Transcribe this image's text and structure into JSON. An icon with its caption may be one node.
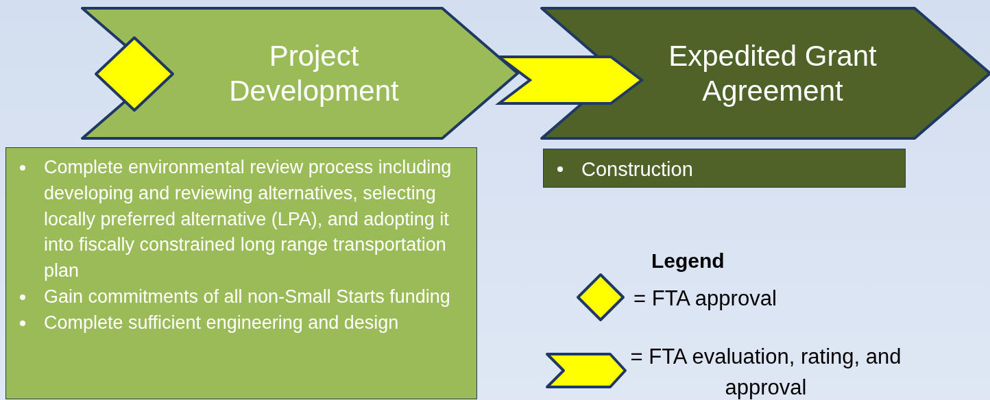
{
  "diagram": {
    "nodes": [
      {
        "text": [
          "Project Development"
        ]
      },
      {
        "text": [],
        "shape": "diamond"
      },
      {
        "text": [
          "Complete environmental review process including developing and reviewing alternatives, selecting locally preferred alternative (LPA), and adopting it into fiscally constrained long range transportation plan",
          "Gain commitments of all non-Small Starts funding",
          "Complete sufficient engineering and design"
        ]
      },
      {
        "text": [
          "Expedited Grant Agreement"
        ]
      },
      {
        "text": [
          "Construction"
        ]
      }
    ],
    "edges": [
      {
        "from": 0,
        "to": 3,
        "arrow": "to",
        "color": "#ffff00"
      }
    ],
    "labels": [
      "Legend"
    ],
    "legend": [
      {
        "text": "= FTA approval"
      },
      {
        "text": "= FTA evaluation, rating, and approval"
      }
    ]
  }
}
